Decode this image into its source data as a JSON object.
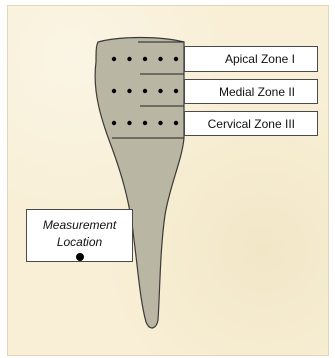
{
  "zones": [
    {
      "label": "Apical Zone I"
    },
    {
      "label": "Medial Zone II"
    },
    {
      "label": "Cervical Zone III"
    }
  ],
  "measurement": {
    "line1": "Measurement",
    "line2": "Location"
  },
  "colors": {
    "background": "#f8efd6",
    "tooth_fill": "#b9b6a3",
    "tooth_stroke": "#3a3a3a",
    "dot": "#000000",
    "label_border": "#4a4a4a"
  },
  "dot_grid": {
    "rows": 3,
    "columns": 5
  }
}
